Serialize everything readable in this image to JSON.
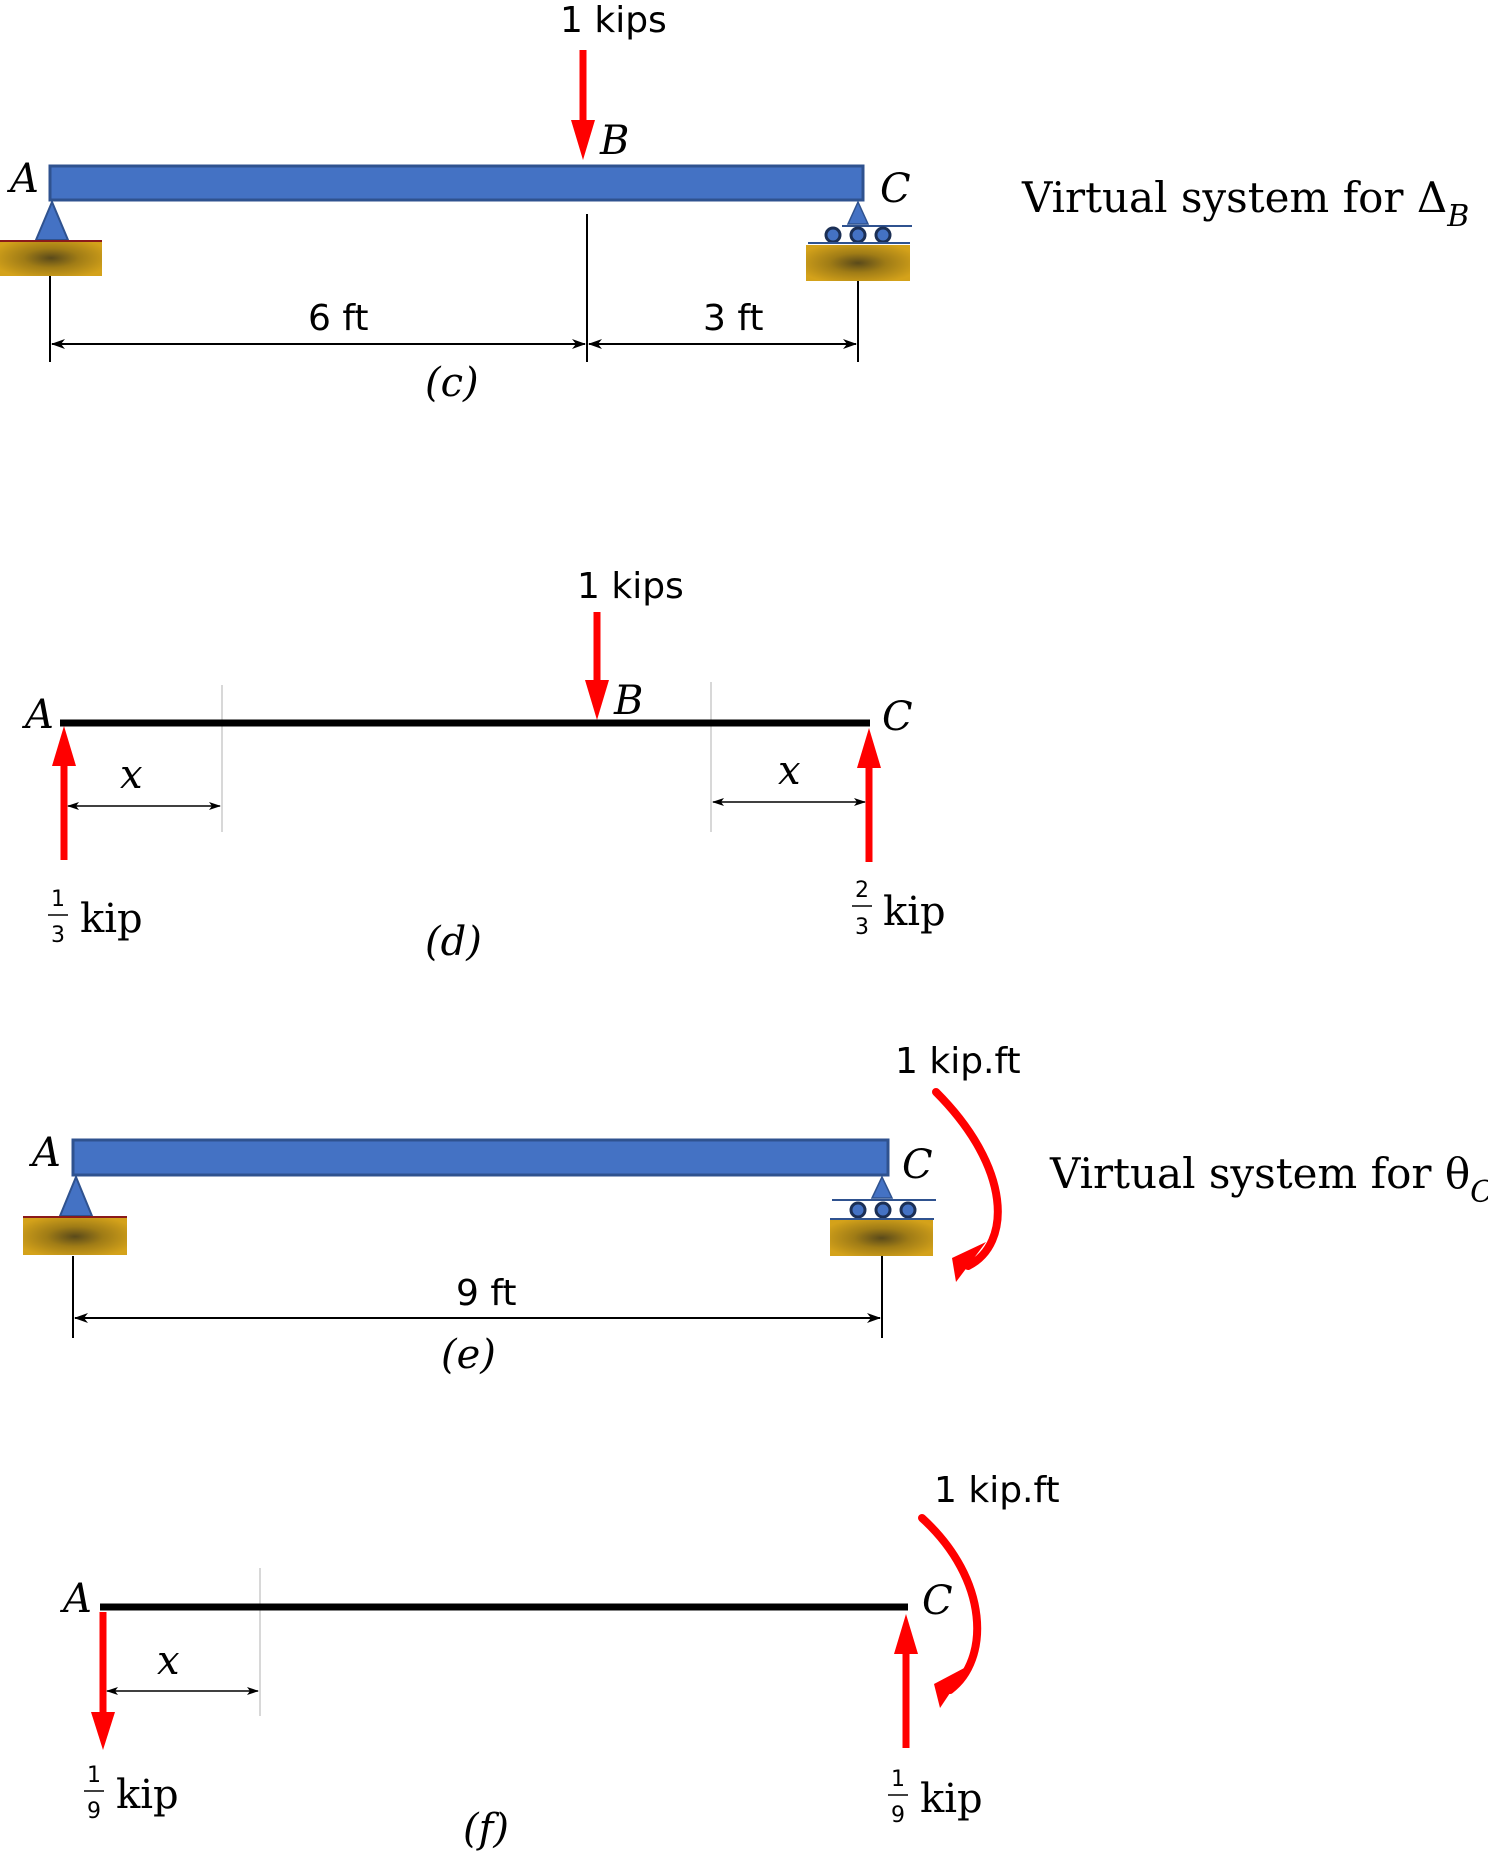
{
  "colors": {
    "beam": "#4472c4",
    "beam_edge": "#2f528f",
    "load": "#ff0000",
    "support": "#c49a1a",
    "line": "#000000"
  },
  "panel_c": {
    "load_label": "1 kips",
    "point_a": "A",
    "point_b": "B",
    "point_c": "C",
    "dim_left": "6 ft",
    "dim_right": "3 ft",
    "caption": "(c)",
    "title_text": "Virtual system for Δ",
    "title_sub": "B"
  },
  "panel_d": {
    "load_label": "1 kips",
    "point_a": "A",
    "point_b": "B",
    "point_c": "C",
    "x_left": "x",
    "x_right": "x",
    "react_left_num": "1",
    "react_left_den": "3",
    "react_left_unit": "kip",
    "react_right_num": "2",
    "react_right_den": "3",
    "react_right_unit": "kip",
    "caption": "(d)"
  },
  "panel_e": {
    "moment_label": "1 kip.ft",
    "point_a": "A",
    "point_c": "C",
    "dim": "9 ft",
    "caption": "(e)",
    "title_text": "Virtual system for θ",
    "title_sub": "C"
  },
  "panel_f": {
    "moment_label": "1 kip.ft",
    "point_a": "A",
    "point_c": "C",
    "x_left": "x",
    "react_left_num": "1",
    "react_left_den": "9",
    "react_left_unit": "kip",
    "react_right_num": "1",
    "react_right_den": "9",
    "react_right_unit": "kip",
    "caption": "(f)"
  }
}
